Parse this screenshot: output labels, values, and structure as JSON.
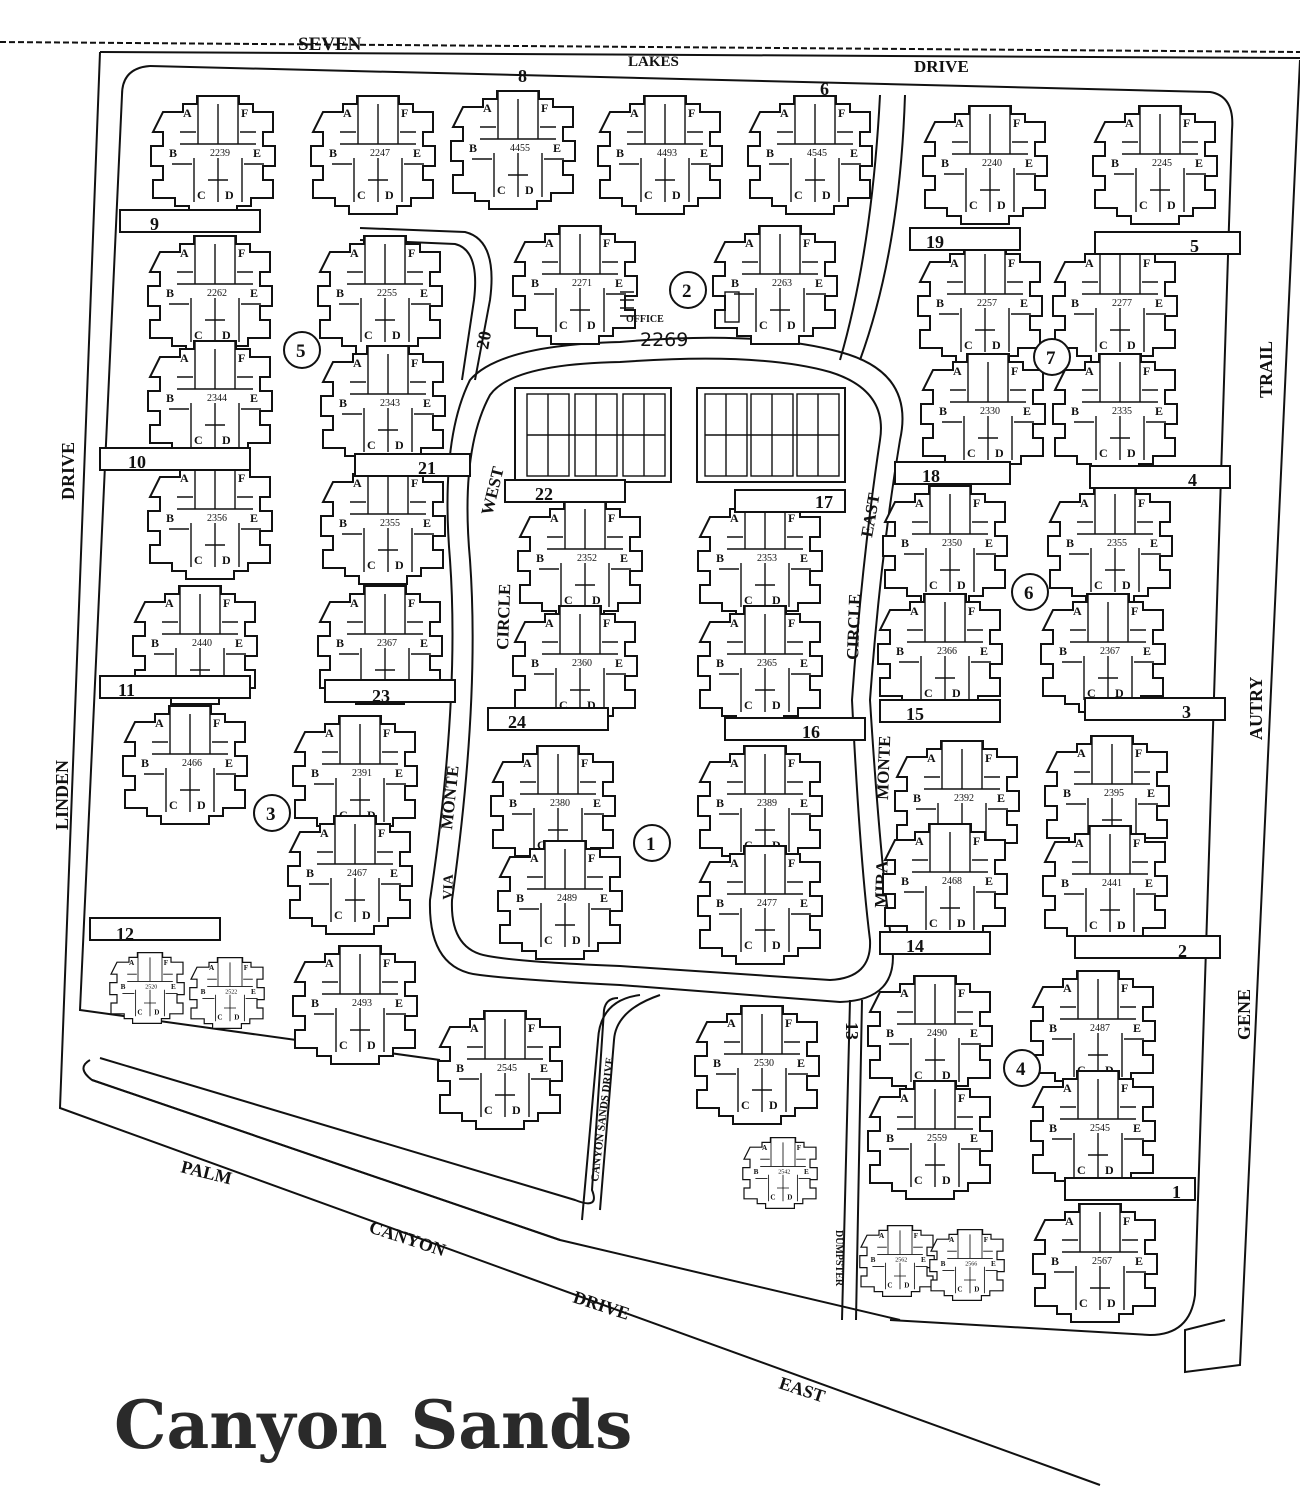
{
  "title": "Canyon Sands",
  "roads": {
    "seven": "SEVEN",
    "lakes": "LAKES",
    "drive_top": "DRIVE",
    "linden": "LINDEN",
    "drive_left": "DRIVE",
    "trail": "TRAIL",
    "autry": "AUTRY",
    "gene": "GENE",
    "palm": "PALM",
    "canyon": "CANYON",
    "drive_bottom": "DRIVE",
    "east": "EAST",
    "west": "WEST",
    "circle_left": "CIRCLE",
    "monte_left": "MONTE",
    "via": "VIA",
    "east_circle": "EAST",
    "circle_right": "CIRCLE",
    "monte_right": "MONTE",
    "mira": "MIRA",
    "canyon_sands_drive": "CANYON SANDS DRIVE",
    "dumpster": "DUMPSTER"
  },
  "office": {
    "label": "OFFICE",
    "number": "2269"
  },
  "areas": [
    "1",
    "2",
    "3",
    "4",
    "5",
    "6",
    "7"
  ],
  "parking": [
    "1",
    "2",
    "3",
    "4",
    "5",
    "6",
    "8",
    "9",
    "10",
    "11",
    "12",
    "13",
    "14",
    "15",
    "16",
    "17",
    "18",
    "19",
    "20",
    "21",
    "22",
    "23",
    "24"
  ],
  "buildings": [
    "2239",
    "2247",
    "4455",
    "4493",
    "4545",
    "2240",
    "2245",
    "2262",
    "2255",
    "2271",
    "2263",
    "2257",
    "2277",
    "2344",
    "2343",
    "2330",
    "2335",
    "2356",
    "2355",
    "2352",
    "2353",
    "2350",
    "2355",
    "2440",
    "2367",
    "2360",
    "2365",
    "2366",
    "2367",
    "2466",
    "2391",
    "2380",
    "2389",
    "2392",
    "2395",
    "2467",
    "2489",
    "2477",
    "2468",
    "2441",
    "2520",
    "2522",
    "2493",
    "2545",
    "2530",
    "2490",
    "2487",
    "2542",
    "2559",
    "2545",
    "2562",
    "2566",
    "2567"
  ],
  "unit_letters": [
    "A",
    "B",
    "C",
    "D",
    "E",
    "F"
  ]
}
